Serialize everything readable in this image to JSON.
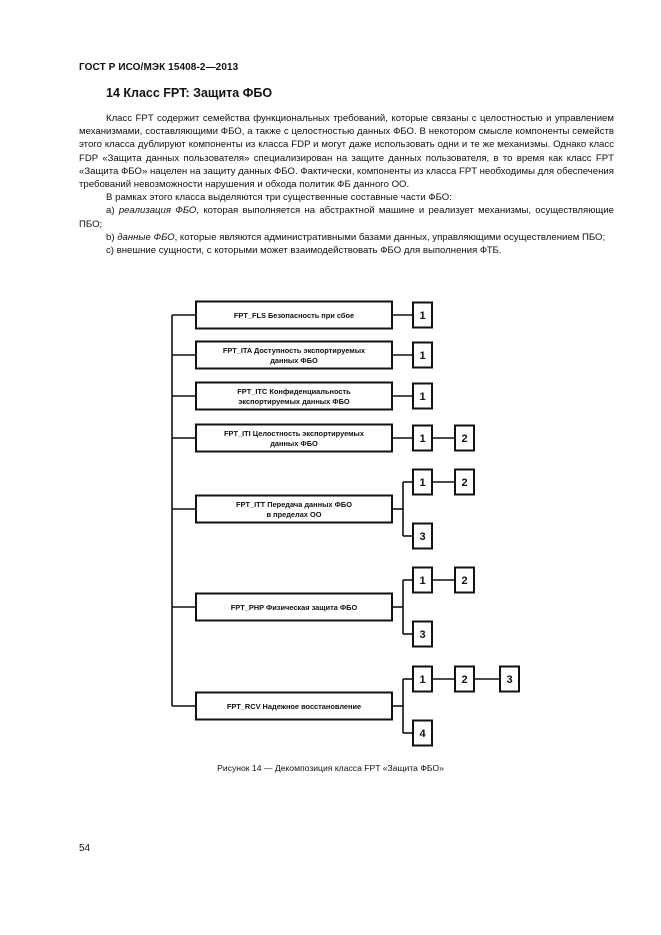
{
  "header": {
    "doc_code": "ГОСТ Р ИСО/МЭК 15408-2—2013"
  },
  "section": {
    "title": "14  Класс FPT: Защита ФБО"
  },
  "body": {
    "p1": "Класс FPT содержит семейства функциональных требований, которые связаны с целостностью и управлением механизмами, составляющими ФБО, а также с целостностью данных ФБО. В некотором смысле компоненты семейств этого класса дублируют компоненты из класса FDP и могут даже использовать одни и те же механизмы. Однако класс FDP «Защита данных пользователя» специализирован на защите данных пользователя, в то время как класс FPT «Защита ФБО» нацелен на защиту данных ФБО. Фактически, компоненты из класса FPT необходимы для обеспечения требований невозможности нарушения и обхода политик ФБ данного ОО.",
    "p2": "В рамках этого класса выделяются три существенные составные части ФБО:",
    "item_a_prefix": "a)",
    "item_a_term": "реализация ФБО",
    "item_a_rest": ", которая выполняется на абстрактной машине и реализует механизмы, осуществляющие ПБО;",
    "item_b_prefix": "b)",
    "item_b_term": "данные ФБО",
    "item_b_rest": ", которые являются административными базами данных, управляющими осуществлением ПБО;",
    "item_c": "c)  внешние сущности, с которыми может взаимодействовать ФБО для выполнения ФТБ."
  },
  "diagram": {
    "families": [
      {
        "lines": [
          "FPT_FLS Безопасность при сбое"
        ],
        "components": [
          [
            "1"
          ]
        ]
      },
      {
        "lines": [
          "FPT_ITA Доступность экспортируемых",
          "данных ФБО"
        ],
        "components": [
          [
            "1"
          ]
        ]
      },
      {
        "lines": [
          "FPT_ITC Конфиденциальность",
          "экспортируемых данных ФБО"
        ],
        "components": [
          [
            "1"
          ]
        ]
      },
      {
        "lines": [
          "FPT_ITI Целостность экспортируемых",
          "данных ФБО"
        ],
        "components": [
          [
            "1",
            "2"
          ]
        ]
      },
      {
        "lines": [
          "FPT_ITT Передача данных ФБО",
          "в пределах ОО"
        ],
        "components": [
          [
            "1",
            "2"
          ],
          [
            "3"
          ]
        ]
      },
      {
        "lines": [
          "FPT_PHP Физическая защита ФБО"
        ],
        "components": [
          [
            "1",
            "2"
          ],
          [
            "3"
          ]
        ]
      },
      {
        "lines": [
          "FPT_RCV Надежное восстановление"
        ],
        "components": [
          [
            "1",
            "2",
            "3"
          ],
          [
            "4"
          ]
        ]
      }
    ]
  },
  "caption": "Рисунок 14 — Декомпозиция класса FPT «Защита ФБО»",
  "page_number": "54"
}
